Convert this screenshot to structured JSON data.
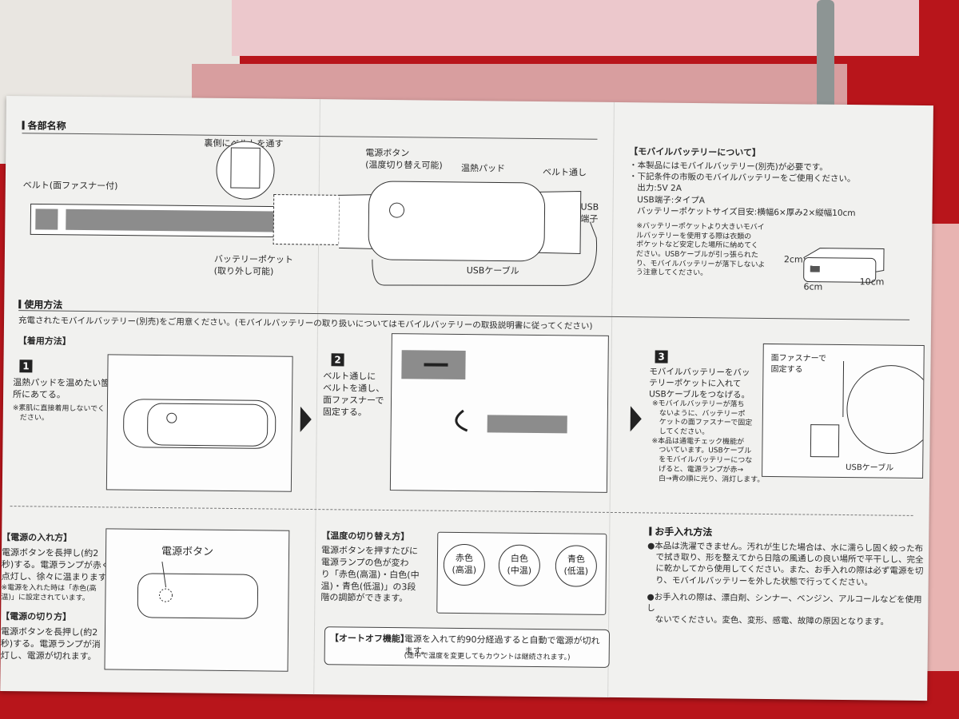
{
  "section_parts": {
    "title": "各部名称",
    "labels": {
      "belt_back": "裏側にベルトを通す",
      "belt": "ベルト(面ファスナー付)",
      "power_button": "電源ボタン\n(温度切り替え可能)",
      "heat_pad": "温熱パッド",
      "belt_loop": "ベルト通し",
      "usb_port": "USB\n端子",
      "battery_pocket": "バッテリーポケット\n(取り外し可能)",
      "usb_cable": "USBケーブル"
    }
  },
  "mobile_battery": {
    "title": "【モバイルバッテリーについて】",
    "lines": "・本製品にはモバイルバッテリー(別売)が必要です。\n・下記条件の市販のモバイルバッテリーをご使用ください。\n　出力:5V 2A\n　USB端子:タイプA\n　バッテリーポケットサイズ目安:横幅6×厚み2×縦幅10cm",
    "note": "※バッテリーポケットより大きいモバイ\nルバッテリーを使用する際は衣類の\nポケットなど安定した場所に納めてく\nださい。USBケーブルが引っ張られた\nり、モバイルバッテリーが落下しないよ\nう注意してください。",
    "dim_h": "2cm",
    "dim_w": "6cm",
    "dim_l": "10cm"
  },
  "usage": {
    "title": "使用方法",
    "intro": "充電されたモバイルバッテリー(別売)をご用意ください。(モバイルバッテリーの取り扱いについてはモバイルバッテリーの取扱説明書に従ってください)",
    "wearing_title": "【着用方法】",
    "steps": [
      {
        "num": "1",
        "text": "温熱パッドを温めたい箇\n所にあてる。",
        "note": "※素肌に直接着用しないでく\n　ださい。"
      },
      {
        "num": "2",
        "text": "ベルト通しに\nベルトを通し、\n面ファスナーで\n固定する。",
        "note": ""
      },
      {
        "num": "3",
        "text": "モバイルバッテリーをバッ\nテリーポケットに入れて\nUSBケーブルをつなげる。",
        "note": "※モバイルバッテリーが落ち\n　ないように、バッテリーポ\n　ケットの面ファスナーで固定\n　してください。\n※本品は通電チェック機能が\n　ついています。USBケーブル\n　をモバイルバッテリーにつな\n　げると、電源ランプが赤→\n　白→青の順に光り、消灯します。"
      }
    ],
    "step3_labels": {
      "fastener": "面ファスナーで\n固定する",
      "cable": "USBケーブル"
    }
  },
  "power_on": {
    "title": "【電源の入れ方】",
    "text": "電源ボタンを長押し(約2\n秒)する。電源ランプが赤く\n点灯し、徐々に温まります。",
    "note": "※電源を入れた時は「赤色(高\n温)」に設定されています。"
  },
  "power_off": {
    "title": "【電源の切り方】",
    "text": "電源ボタンを長押し(約2\n秒)する。電源ランプが消\n灯し、電源が切れます。"
  },
  "power_button_callout": "電源ボタン",
  "temp_switch": {
    "title": "【温度の切り替え方】",
    "text": "電源ボタンを押すたびに\n電源ランプの色が変わ\nり「赤色(高温)・白色(中\n温)・青色(低温)」の3段\n階の調節ができます。",
    "states": [
      "赤色\n(高温)",
      "白色\n(中温)",
      "青色\n(低温)"
    ]
  },
  "auto_off": {
    "label": "【オートオフ機能】",
    "text": "電源を入れて約90分経過すると自動で電源が切れ\nます。",
    "note": "(途中で温度を変更してもカウントは継続されます。)"
  },
  "care": {
    "title": "お手入れ方法",
    "items": [
      "●本品は洗濯できません。汚れが生じた場合は、水に濡らし固く絞った布\n　で拭き取り、形を整えてから日陰の風通しの良い場所で平干しし、完全\n　に乾かしてから使用してください。また、お手入れの際は必ず電源を切\n　り、モバイルバッテリーを外した状態で行ってください。",
      "●お手入れの際は、漂白剤、シンナー、ベンジン、アルコールなどを使用し\n　ないでください。変色、変形、感電、故障の原因となります。"
    ]
  },
  "colors": {
    "tablecloth": "#b8151b",
    "paper": "#f1f1ef",
    "belt_gray": "#8c8c8c"
  }
}
